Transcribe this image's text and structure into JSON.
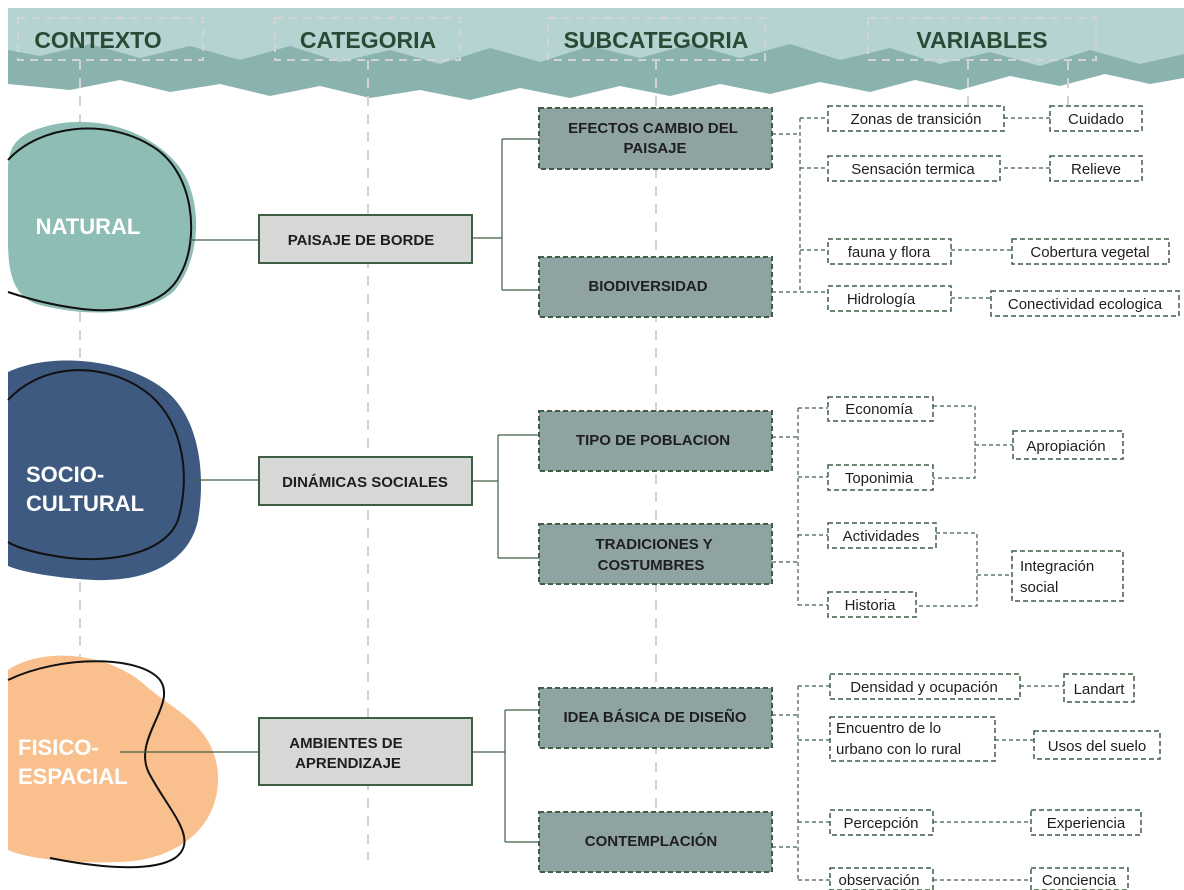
{
  "headers": {
    "contexto": "CONTEXTO",
    "categoria": "CATEGORIA",
    "subcategoria": "SUBCATEGORIA",
    "variables": "VARIABLES"
  },
  "contexts": {
    "natural": [
      "NATURAL"
    ],
    "sociocultural": [
      "SOCIO-",
      "CULTURAL"
    ],
    "fisico": [
      "FISICO-",
      "ESPACIAL"
    ]
  },
  "categories": {
    "paisaje": [
      "PAISAJE DE BORDE"
    ],
    "dinamicas": [
      "DINÁMICAS SOCIALES"
    ],
    "ambientes": [
      "AMBIENTES DE",
      "APRENDIZAJE"
    ]
  },
  "subcategories": {
    "efectos": [
      "EFECTOS CAMBIO DEL",
      "PAISAJE"
    ],
    "biodiversidad": [
      "BIODIVERSIDAD"
    ],
    "tipo": [
      "TIPO DE POBLACION"
    ],
    "tradiciones": [
      "TRADICIONES Y",
      "COSTUMBRES"
    ],
    "idea": [
      "IDEA BÁSICA DE DISEÑO"
    ],
    "contemplacion": [
      "CONTEMPLACIÓN"
    ]
  },
  "variables": {
    "zonas": [
      "Zonas de transición"
    ],
    "cuidado": [
      "Cuidado"
    ],
    "sensacion": [
      "Sensación termica"
    ],
    "relieve": [
      "Relieve"
    ],
    "fauna": [
      "fauna y flora"
    ],
    "cobertura": [
      "Cobertura vegetal"
    ],
    "hidrologia": [
      "Hidrología"
    ],
    "conectividad": [
      "Conectividad ecologica"
    ],
    "economia": [
      "Economía"
    ],
    "toponimia": [
      "Toponimia"
    ],
    "apropiacion": [
      "Apropiación"
    ],
    "actividades": [
      "Actividades"
    ],
    "historia": [
      "Historia"
    ],
    "integracion": [
      "Integración",
      "social"
    ],
    "densidad": [
      "Densidad y ocupación"
    ],
    "landart": [
      "Landart"
    ],
    "encuentro": [
      "Encuentro de lo",
      "urbano con lo rural"
    ],
    "usos": [
      "Usos del suelo"
    ],
    "percepcion": [
      "Percepción"
    ],
    "experiencia": [
      "Experiencia"
    ],
    "observacion": [
      "observación"
    ],
    "conciencia": [
      "Conciencia"
    ]
  },
  "colors": {
    "banner_dark": "#8ab2ae",
    "banner_light": "#b5d3d0",
    "header_text": "#2b4a35",
    "natural": "#8dbdb4",
    "sociocultural": "#3f5a80",
    "fisico": "#f9c08d",
    "category_fill": "#d6d8d5",
    "subcategory_fill": "#8fa3a3",
    "connector": "#3f5f45"
  }
}
